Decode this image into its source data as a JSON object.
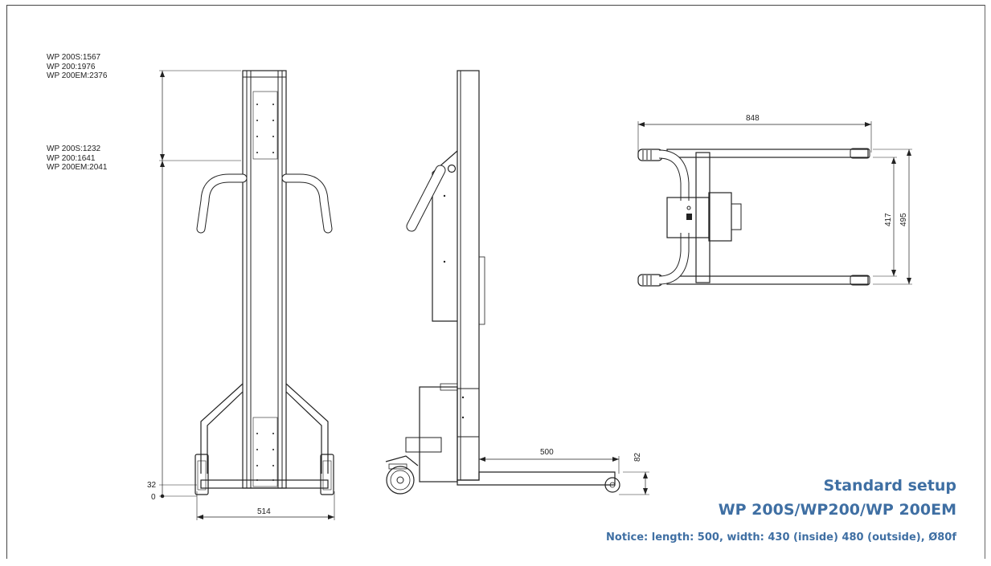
{
  "height_specs": {
    "max": [
      "WP 200S:1567",
      "WP 200:1976",
      "WP 200EM:2376"
    ],
    "handle": [
      "WP 200S:1232",
      "WP 200:1641",
      "WP 200EM:2041"
    ]
  },
  "dimensions": {
    "front_width": "514",
    "front_low": "32",
    "front_zero": "0",
    "side_fork_length": "500",
    "side_fork_height": "82",
    "top_length": "848",
    "top_inner_width": "417",
    "top_outer_width": "495"
  },
  "caption": {
    "title_line1": "Standard setup",
    "title_line2": "WP 200S/WP200/WP 200EM",
    "notice": "Notice: length: 500, width: 430 (inside) 480 (outside), Ø80f"
  },
  "colors": {
    "caption": "#3f6fa3",
    "line": "#222222"
  }
}
